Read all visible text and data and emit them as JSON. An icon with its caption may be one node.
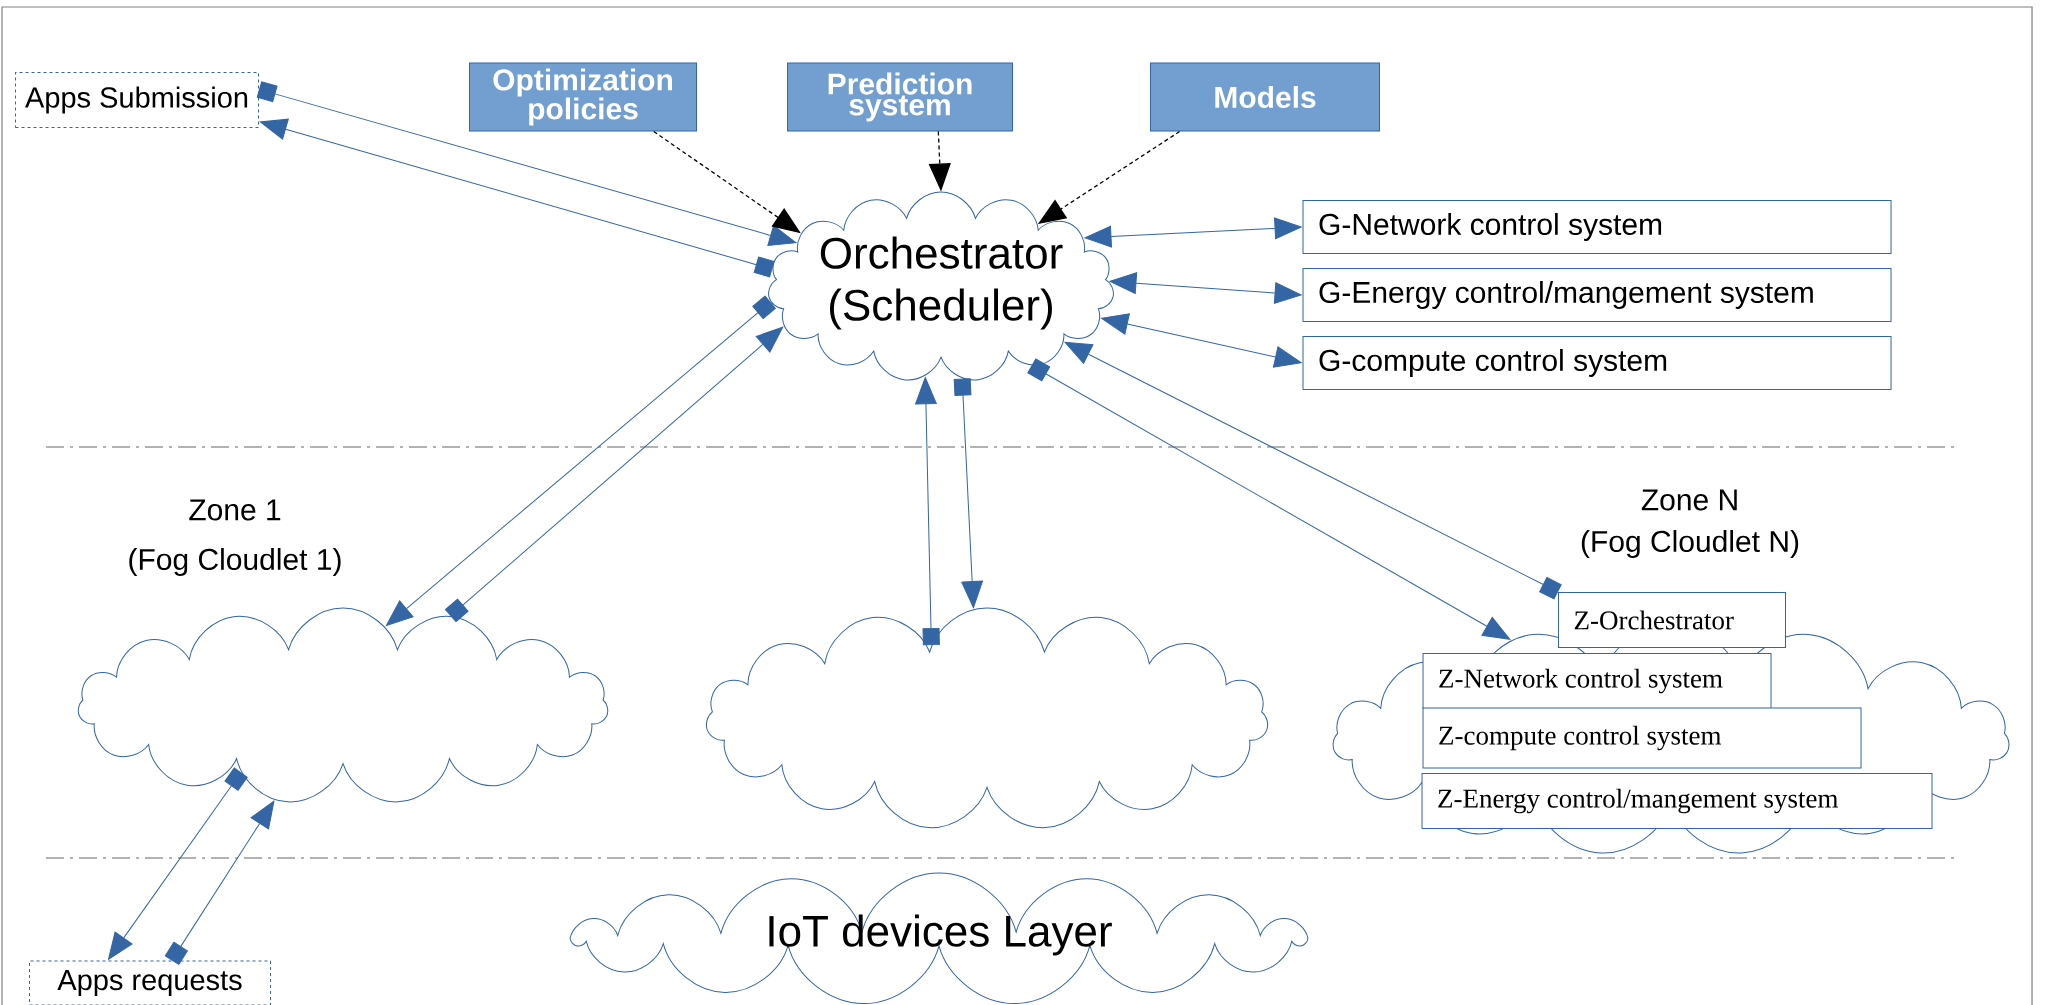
{
  "diagram": {
    "nodes": [
      {
        "text": [
          "Apps Submission"
        ]
      },
      {
        "text": [
          "Optimization policies"
        ]
      },
      {
        "text": [
          "Prediction system"
        ]
      },
      {
        "text": [
          "Models"
        ]
      },
      {
        "text": [
          "Orchestrator (Scheduler)"
        ]
      },
      {
        "text": [
          "G-Network control system"
        ]
      },
      {
        "text": [
          "G-Energy control/mangement system"
        ]
      },
      {
        "text": [
          "G-compute control system"
        ]
      },
      {
        "text": [
          "Zone 1",
          "(Fog Cloudlet 1)"
        ]
      },
      {
        "text": [],
        "shape": "cloud"
      },
      {
        "text": [
          "Zone N",
          "(Fog Cloudlet N)"
        ]
      },
      {
        "text": [
          "Z-Orchestrator"
        ]
      },
      {
        "text": [
          "Z-Network control system"
        ],
        "in": 10
      },
      {
        "text": [
          "Z-compute control system"
        ],
        "in": 10
      },
      {
        "text": [
          "Z-Energy control/mangement system"
        ],
        "in": 10
      },
      {
        "text": [
          "IoT devices Layer"
        ]
      },
      {
        "text": [
          "Apps requests"
        ]
      }
    ],
    "edges": [
      {
        "from": 0,
        "to": 4,
        "arrow": "to"
      },
      {
        "from": 4,
        "to": 0,
        "arrow": "to"
      },
      {
        "from": 1,
        "to": 4,
        "arrow": "to",
        "style": "dashed",
        "color": "#000000"
      },
      {
        "from": 2,
        "to": 4,
        "arrow": "to",
        "style": "dashed",
        "color": "#000000"
      },
      {
        "from": 3,
        "to": 4,
        "arrow": "to",
        "style": "dashed",
        "color": "#000000"
      },
      {
        "from": 4,
        "to": 5,
        "arrow": "both"
      },
      {
        "from": 4,
        "to": 6,
        "arrow": "both"
      },
      {
        "from": 4,
        "to": 7,
        "arrow": "both"
      },
      {
        "from": 4,
        "to": 8,
        "arrow": "to"
      },
      {
        "from": 8,
        "to": 4,
        "arrow": "to"
      },
      {
        "from": 9,
        "to": 4,
        "arrow": "to"
      },
      {
        "from": 4,
        "to": 9,
        "arrow": "to"
      },
      {
        "from": 4,
        "to": 10,
        "arrow": "to"
      },
      {
        "from": 11,
        "to": 4,
        "arrow": "to"
      },
      {
        "from": 8,
        "to": 16,
        "arrow": "to"
      },
      {
        "from": 16,
        "to": 8,
        "arrow": "to"
      }
    ]
  }
}
